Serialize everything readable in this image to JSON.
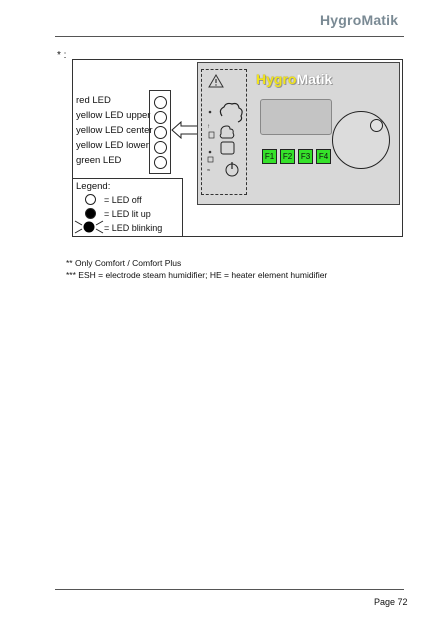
{
  "header": {
    "logo_brand_a": "Hygro",
    "logo_brand_b": "Matik"
  },
  "section": {
    "marker": "* :"
  },
  "led_panel": {
    "items": [
      {
        "label": "red LED"
      },
      {
        "label": "yellow LED upper"
      },
      {
        "label": "yellow LED center"
      },
      {
        "label": "yellow LED lower"
      },
      {
        "label": "green LED"
      }
    ]
  },
  "legend": {
    "title": "Legend:",
    "items": [
      {
        "label": "= LED off",
        "state": "off"
      },
      {
        "label": "= LED lit up",
        "state": "on"
      },
      {
        "label": "= LED blinking",
        "state": "blinking"
      }
    ]
  },
  "controller": {
    "logo_a": "Hygro",
    "logo_b": "Matik",
    "function_keys": [
      "F1",
      "F2",
      "F3",
      "F4"
    ],
    "key_color": "#35e12a"
  },
  "footnotes": [
    "** Only Comfort / Comfort Plus",
    "*** ESH = electrode steam humidifier; HE = heater element humidifier"
  ],
  "footer": {
    "page": "Page 72"
  }
}
